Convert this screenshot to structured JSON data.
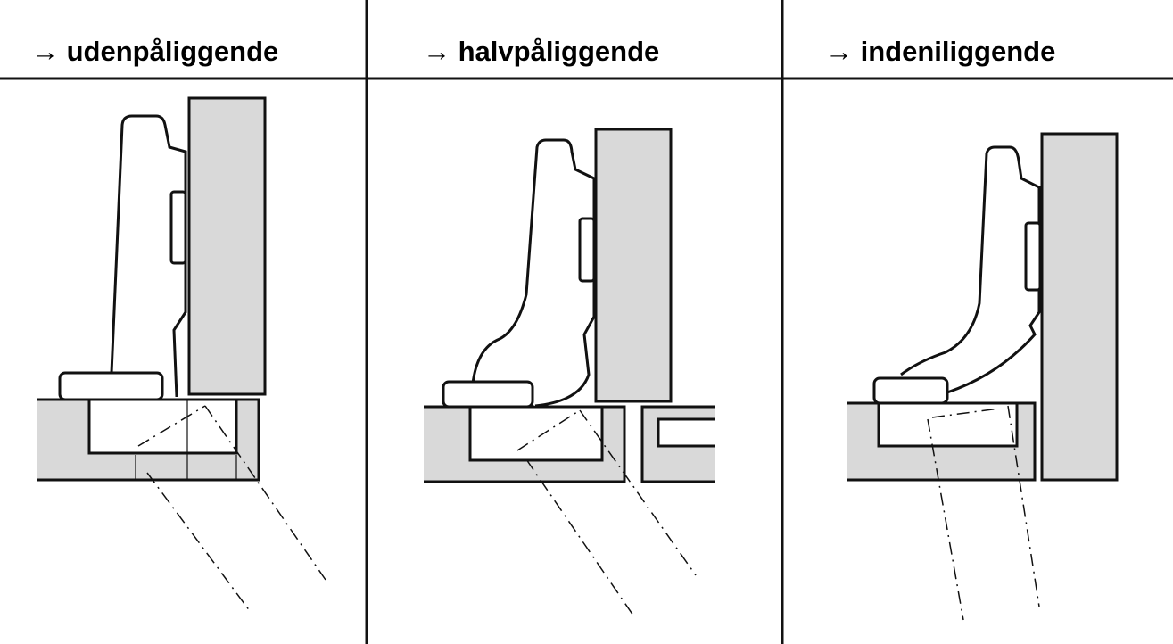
{
  "panels": [
    {
      "title": "→ udenpåliggende"
    },
    {
      "title": "→ halvpåliggende"
    },
    {
      "title": "→ indeniliggende"
    }
  ],
  "colors": {
    "fill": "#d9d9d9",
    "line": "#111111",
    "background": "#ffffff"
  }
}
